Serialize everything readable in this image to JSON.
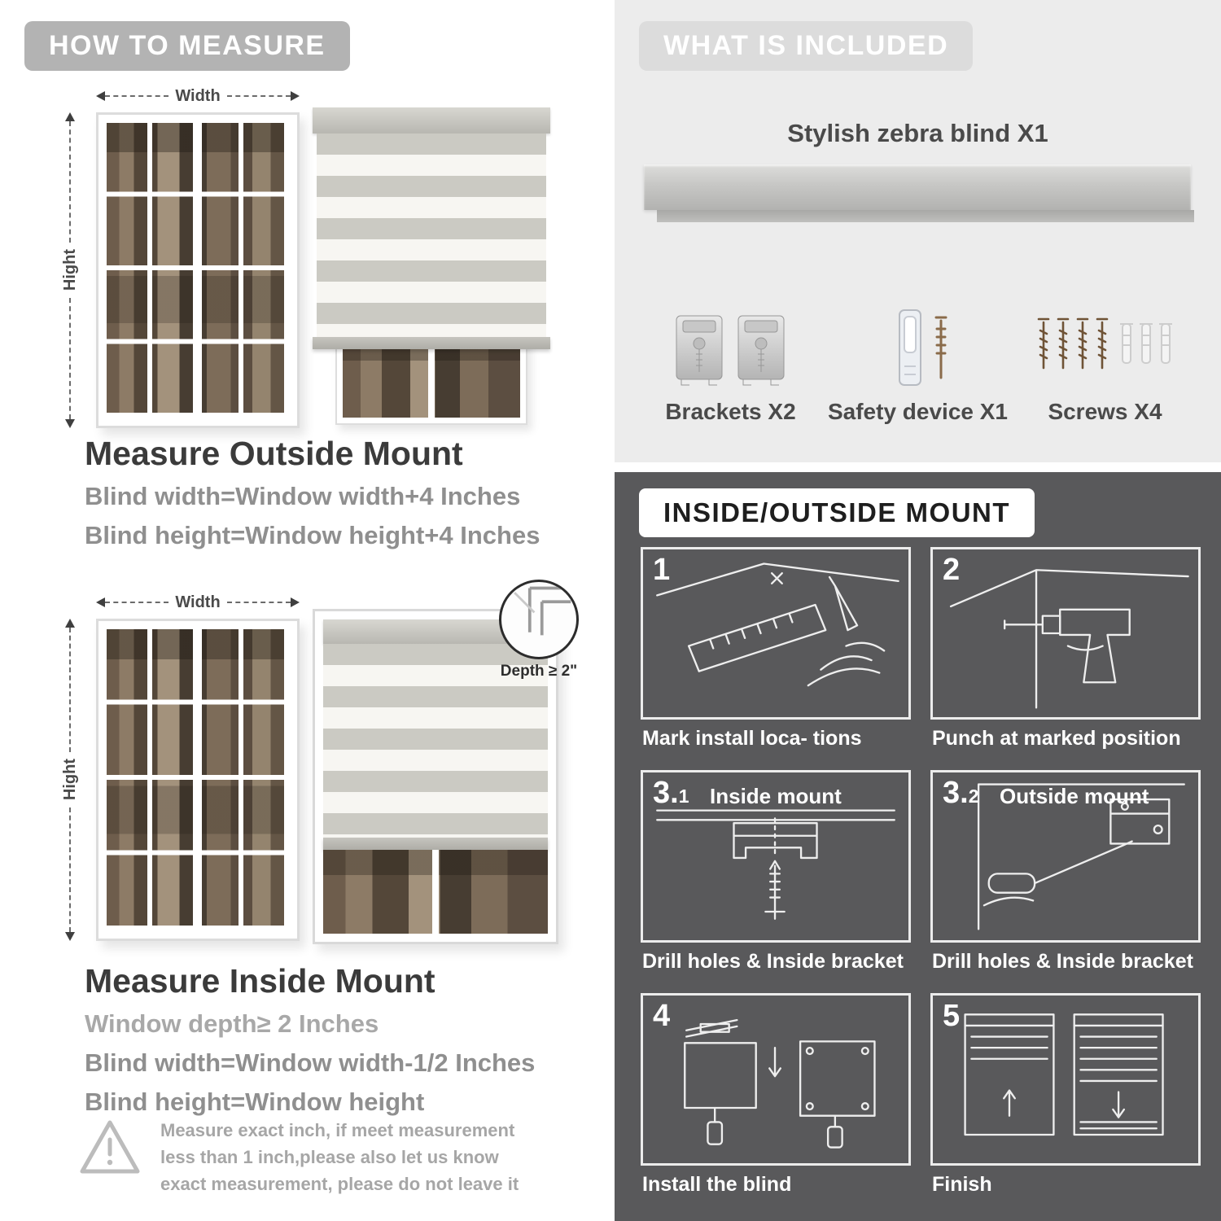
{
  "colors": {
    "header_badge_gray": "#b3b3b3",
    "included_panel_bg": "#ececec",
    "included_badge_bg": "#dcdcdc",
    "mount_panel_bg": "#59595b",
    "heading_text": "#3b3b3b",
    "muted_text": "#8f8f8f"
  },
  "how_to_measure": {
    "header": "HOW TO MEASURE",
    "outside": {
      "width_label": "Width",
      "height_label": "Hight",
      "title": "Measure Outside Mount",
      "lines": [
        "Blind width=Window width+4 Inches",
        "Blind height=Window height+4 Inches"
      ]
    },
    "inside": {
      "width_label": "Width",
      "height_label": "Hight",
      "depth_label": "Depth ≥ 2\"",
      "title": "Measure Inside Mount",
      "lines": [
        "Window depth≥ 2 Inches",
        "Blind width=Window width-1/2 Inches",
        "Blind height=Window height"
      ]
    },
    "warning_text": "Measure exact inch, if meet measurement less than 1 inch,please also let us know exact measurement, please do not leave it"
  },
  "included": {
    "header": "WHAT IS INCLUDED",
    "blind_label": "Stylish zebra blind X1",
    "items": [
      {
        "label": "Brackets X2",
        "icon": "brackets-icon"
      },
      {
        "label": "Safety device X1",
        "icon": "safety-device-icon"
      },
      {
        "label": "Screws X4",
        "icon": "screws-icon"
      }
    ]
  },
  "mount_guide": {
    "header": "INSIDE/OUTSIDE MOUNT",
    "steps": [
      {
        "num": "1",
        "sub": "",
        "title": "",
        "caption": "Mark install loca- tions"
      },
      {
        "num": "2",
        "sub": "",
        "title": "",
        "caption": "Punch at  marked position"
      },
      {
        "num": "3.",
        "sub": "1",
        "title": "Inside mount",
        "caption": "Drill holes &  Inside bracket"
      },
      {
        "num": "3.",
        "sub": "2",
        "title": "Outside mount",
        "caption": "Drill holes &  Inside bracket"
      },
      {
        "num": "4",
        "sub": "",
        "title": "",
        "caption": "Install the blind"
      },
      {
        "num": "5",
        "sub": "",
        "title": "",
        "caption": "Finish"
      }
    ]
  }
}
